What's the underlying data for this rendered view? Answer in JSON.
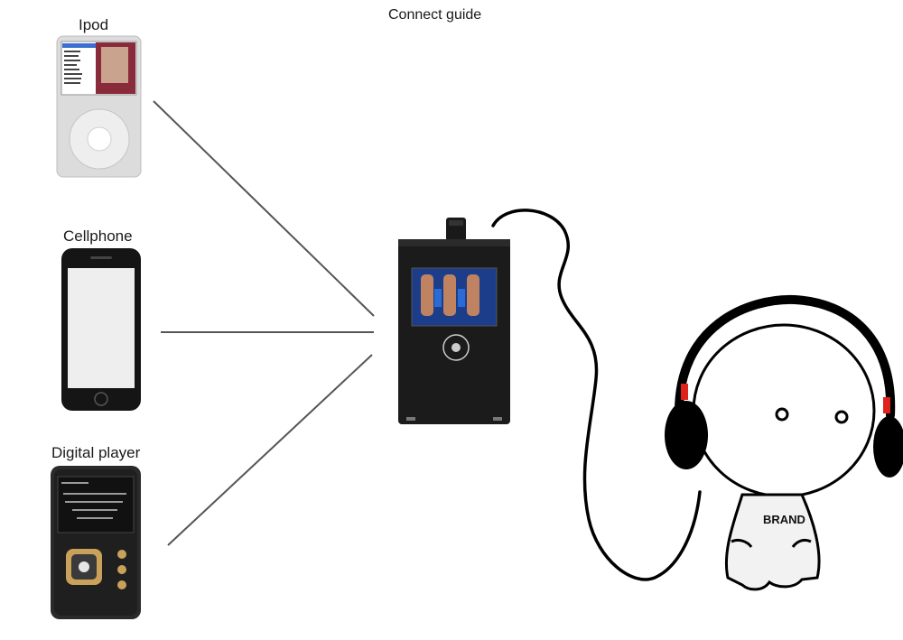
{
  "title": "Connect guide",
  "sources": [
    {
      "label": "Ipod"
    },
    {
      "label": "Cellphone"
    },
    {
      "label": "Digital player"
    }
  ],
  "figure": {
    "shirt_text": "BRAND"
  },
  "colors": {
    "line": "#555555",
    "amp_body": "#1b1b1b",
    "headphone_accent": "#e0231a",
    "ipod_body": "#d9d9d9",
    "phone_body": "#151515",
    "player_body": "#2a2a2a",
    "player_gold": "#c9a15a"
  }
}
